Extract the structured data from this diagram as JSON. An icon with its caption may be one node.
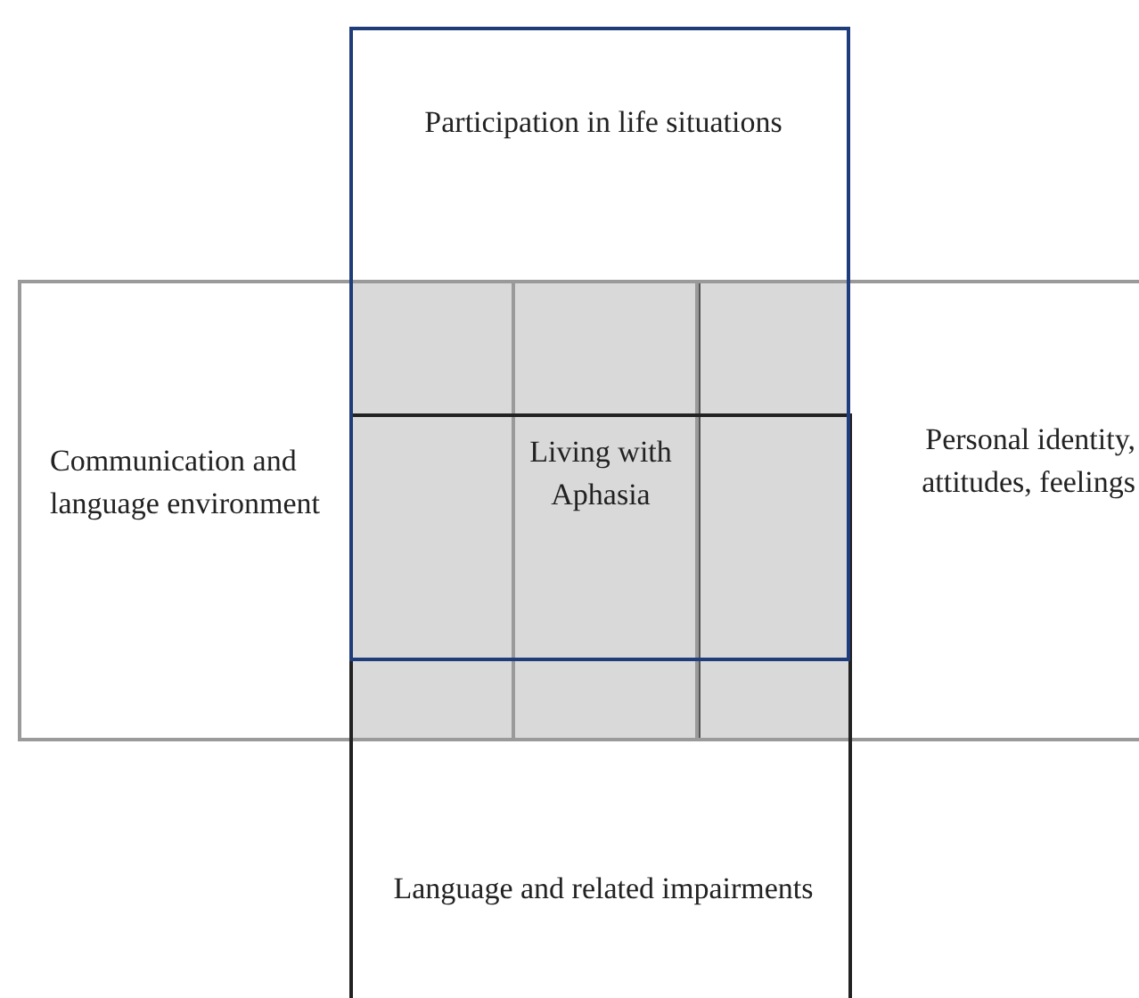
{
  "diagram": {
    "nodes": [
      {
        "text": [
          "Participation in life situations"
        ]
      },
      {
        "text": [
          "Communication and language environment"
        ]
      },
      {
        "text": [
          "Living with Aphasia"
        ]
      },
      {
        "text": [
          "Personal identity, attitudes, feelings"
        ]
      },
      {
        "text": [
          "Language and related impairments"
        ]
      }
    ]
  }
}
